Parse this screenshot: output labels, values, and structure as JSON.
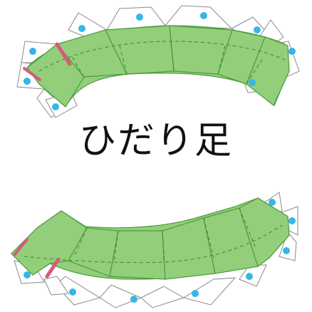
{
  "title": "ひだり足",
  "colors": {
    "panel": "#93cf7a",
    "panel_stroke": "#4e9a3f",
    "glue_dot": "#35b6e8",
    "cut_mark": "#d9587a",
    "tab_stroke": "#8a8a8a"
  },
  "pieces": [
    {
      "name": "upper-leg-strip",
      "panels": 7,
      "glue_tabs": 11,
      "cut_marks": 2
    },
    {
      "name": "lower-leg-strip",
      "panels": 7,
      "glue_tabs": 10,
      "cut_marks": 2
    }
  ]
}
